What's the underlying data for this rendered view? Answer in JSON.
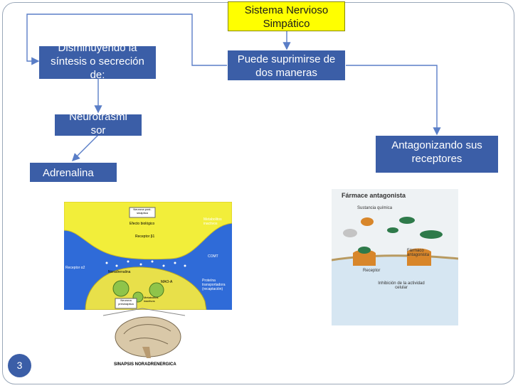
{
  "nodes": {
    "sistema": "Sistema Nervioso Simpático",
    "puede": "Puede suprimirse de dos maneras",
    "disminuyendo": "Disminuyendo la síntesis o secreción de:",
    "neurotrasmisor": "Neurotrasmi sor",
    "adrenalina": "Adrenalina",
    "antagonizando": "Antagonizando sus receptores"
  },
  "synapse_image": {
    "labels": {
      "neurona_post": "Neurona post-sináptica",
      "efecto": "Efecto biológico",
      "receptor_b1": "Receptor β1",
      "metabolitos_top": "Metabolitos inactivos",
      "comt": "COMT",
      "receptor_a2": "Receptor α2",
      "noradrenalina": "Noradrenalina",
      "mao": "MAO-A",
      "proteina": "Proteína transportadora (recaptación)",
      "neurona_pre": "Neurona presináptica",
      "metabolitos_bottom": "Metabolitos inactivos",
      "caption": "SINAPSIS NORADRENERGICA"
    }
  },
  "antagonist_image": {
    "labels": {
      "title": "Fármace antagonista",
      "sustancia": "Sustancia química",
      "farmaco": "Fármaco antagonista",
      "receptor": "Receptor",
      "inhibicion": "Inhibición de la actividad celular"
    }
  },
  "page_number": "3",
  "colors": {
    "node_blue": "#3b5ea7",
    "node_yellow": "#ffff00",
    "connector": "#5a7ec7"
  }
}
